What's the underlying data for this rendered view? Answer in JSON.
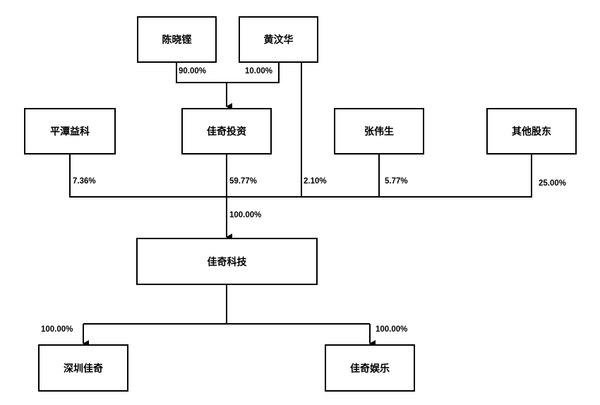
{
  "nodes": {
    "chen": "陈晓铿",
    "huang": "黄汶华",
    "pingtan": "平潭益科",
    "jiaqi_invest": "佳奇投资",
    "zhang": "张伟生",
    "others": "其他股东",
    "jiaqi_tech": "佳奇科技",
    "shenzhen": "深圳佳奇",
    "entertainment": "佳奇娱乐"
  },
  "edges": {
    "chen_to_invest": "90.00%",
    "huang_to_invest": "10.00%",
    "pingtan_to_tech": "7.36%",
    "invest_to_tech": "59.77%",
    "huang_to_tech": "2.10%",
    "zhang_to_tech": "5.77%",
    "others_to_tech": "25.00%",
    "combined_to_tech": "100.00%",
    "tech_to_shenzhen": "100.00%",
    "tech_to_entertainment": "100.00%"
  }
}
